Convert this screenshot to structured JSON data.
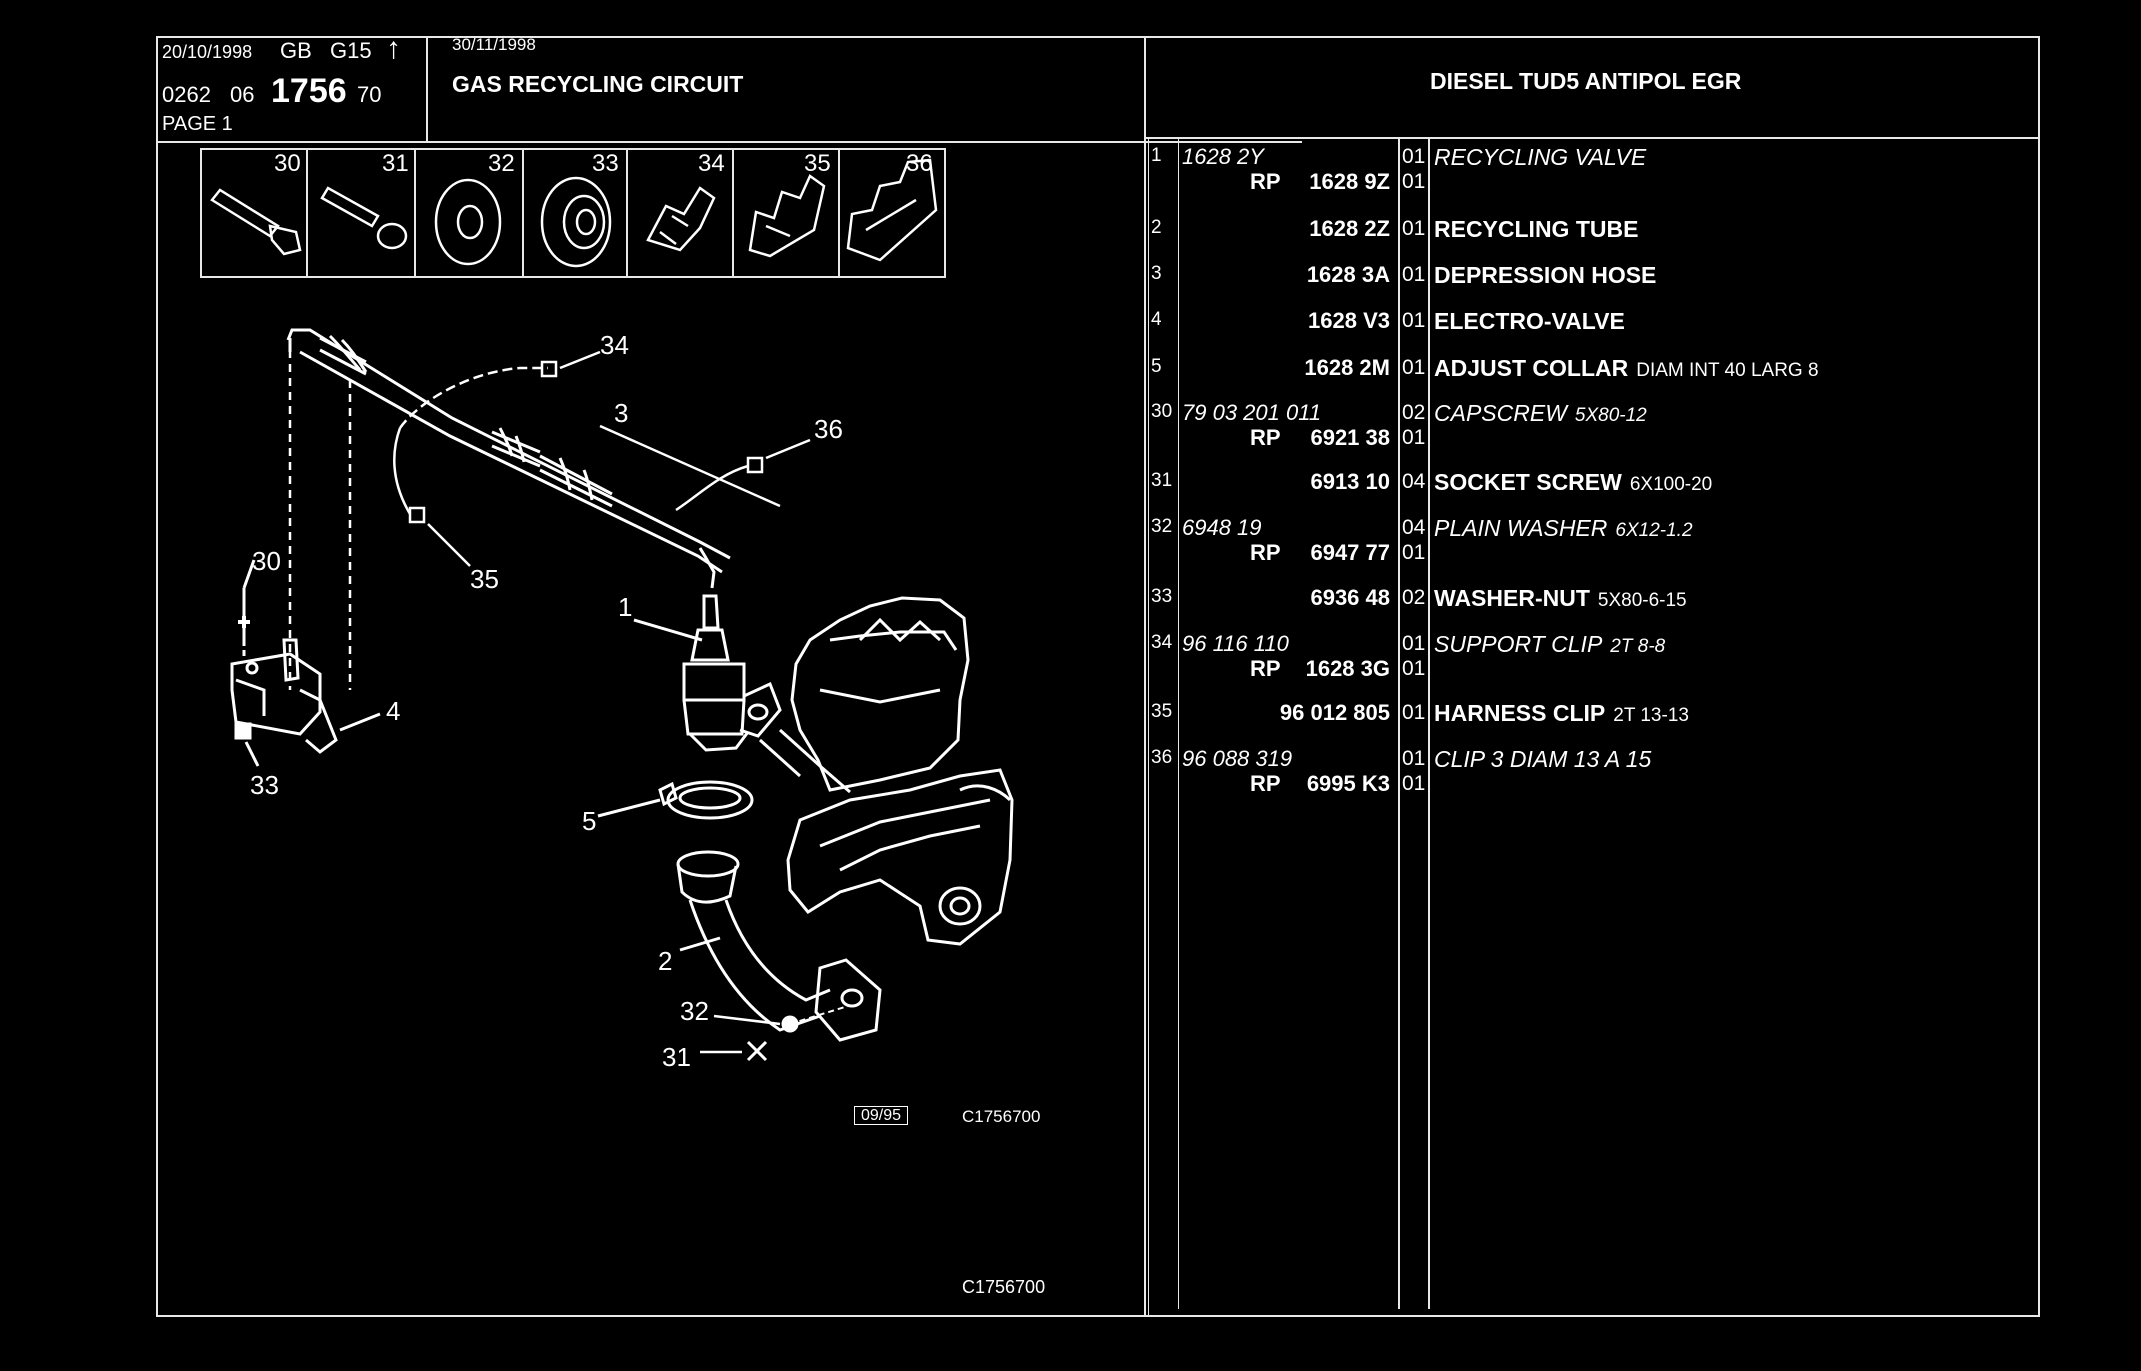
{
  "header": {
    "date1": "20/10/1998",
    "gb": "GB",
    "g15": "G15",
    "arrow": "↑",
    "code_a": "0262",
    "code_b": "06",
    "code_main": "1756",
    "code_c": "70",
    "page": "PAGE 1",
    "date2": "30/11/1998",
    "title": "GAS RECYCLING CIRCUIT",
    "model": "DIESEL TUD5 ANTIPOL EGR"
  },
  "thumbnails": [
    "30",
    "31",
    "32",
    "33",
    "34",
    "35",
    "36"
  ],
  "diagram": {
    "callouts": [
      "34",
      "3",
      "36",
      "35",
      "30",
      "1",
      "4",
      "33",
      "5",
      "2",
      "32",
      "31"
    ],
    "box_date": "09/95",
    "ref_code": "C1756700",
    "footer_code": "C1756700"
  },
  "parts": [
    {
      "ref": "1",
      "lines": [
        {
          "prefix": "",
          "number": "1628 2Y",
          "qty": "01",
          "desc": "RECYCLING VALVE",
          "spec": "",
          "italic": true
        },
        {
          "prefix": "RP",
          "number": "1628 9Z",
          "qty": "01",
          "desc": "",
          "spec": "",
          "italic": false
        }
      ]
    },
    {
      "ref": "2",
      "lines": [
        {
          "prefix": "",
          "number": "1628 2Z",
          "qty": "01",
          "desc": "RECYCLING TUBE",
          "spec": "",
          "italic": false
        }
      ]
    },
    {
      "ref": "3",
      "lines": [
        {
          "prefix": "",
          "number": "1628 3A",
          "qty": "01",
          "desc": "DEPRESSION HOSE",
          "spec": "",
          "italic": false
        }
      ]
    },
    {
      "ref": "4",
      "lines": [
        {
          "prefix": "",
          "number": "1628 V3",
          "qty": "01",
          "desc": "ELECTRO-VALVE",
          "spec": "",
          "italic": false
        }
      ]
    },
    {
      "ref": "5",
      "lines": [
        {
          "prefix": "",
          "number": "1628 2M",
          "qty": "01",
          "desc": "ADJUST COLLAR",
          "spec": "DIAM INT 40 LARG 8",
          "italic": false
        }
      ]
    },
    {
      "ref": "30",
      "lines": [
        {
          "prefix": "",
          "number": "79 03 201 011",
          "qty": "02",
          "desc": "CAPSCREW",
          "spec": "5X80-12",
          "italic": true
        },
        {
          "prefix": "RP",
          "number": "6921 38",
          "qty": "01",
          "desc": "",
          "spec": "",
          "italic": false
        }
      ]
    },
    {
      "ref": "31",
      "lines": [
        {
          "prefix": "",
          "number": "6913 10",
          "qty": "04",
          "desc": "SOCKET SCREW",
          "spec": "6X100-20",
          "italic": false
        }
      ]
    },
    {
      "ref": "32",
      "lines": [
        {
          "prefix": "",
          "number": "6948 19",
          "qty": "04",
          "desc": "PLAIN WASHER",
          "spec": "6X12-1.2",
          "italic": true
        },
        {
          "prefix": "RP",
          "number": "6947 77",
          "qty": "01",
          "desc": "",
          "spec": "",
          "italic": false
        }
      ]
    },
    {
      "ref": "33",
      "lines": [
        {
          "prefix": "",
          "number": "6936 48",
          "qty": "02",
          "desc": "WASHER-NUT",
          "spec": "5X80-6-15",
          "italic": false
        }
      ]
    },
    {
      "ref": "34",
      "lines": [
        {
          "prefix": "",
          "number": "96 116 110",
          "qty": "01",
          "desc": "SUPPORT CLIP",
          "spec": "2T 8-8",
          "italic": true
        },
        {
          "prefix": "RP",
          "number": "1628 3G",
          "qty": "01",
          "desc": "",
          "spec": "",
          "italic": false
        }
      ]
    },
    {
      "ref": "35",
      "lines": [
        {
          "prefix": "",
          "number": "96 012 805",
          "qty": "01",
          "desc": "HARNESS CLIP",
          "spec": "2T 13-13",
          "italic": false
        }
      ]
    },
    {
      "ref": "36",
      "lines": [
        {
          "prefix": "",
          "number": "96 088 319",
          "qty": "01",
          "desc": "CLIP 3 DIAM 13 A 15",
          "spec": "",
          "italic": true
        },
        {
          "prefix": "RP",
          "number": "6995 K3",
          "qty": "01",
          "desc": "",
          "spec": "",
          "italic": false
        }
      ]
    }
  ]
}
